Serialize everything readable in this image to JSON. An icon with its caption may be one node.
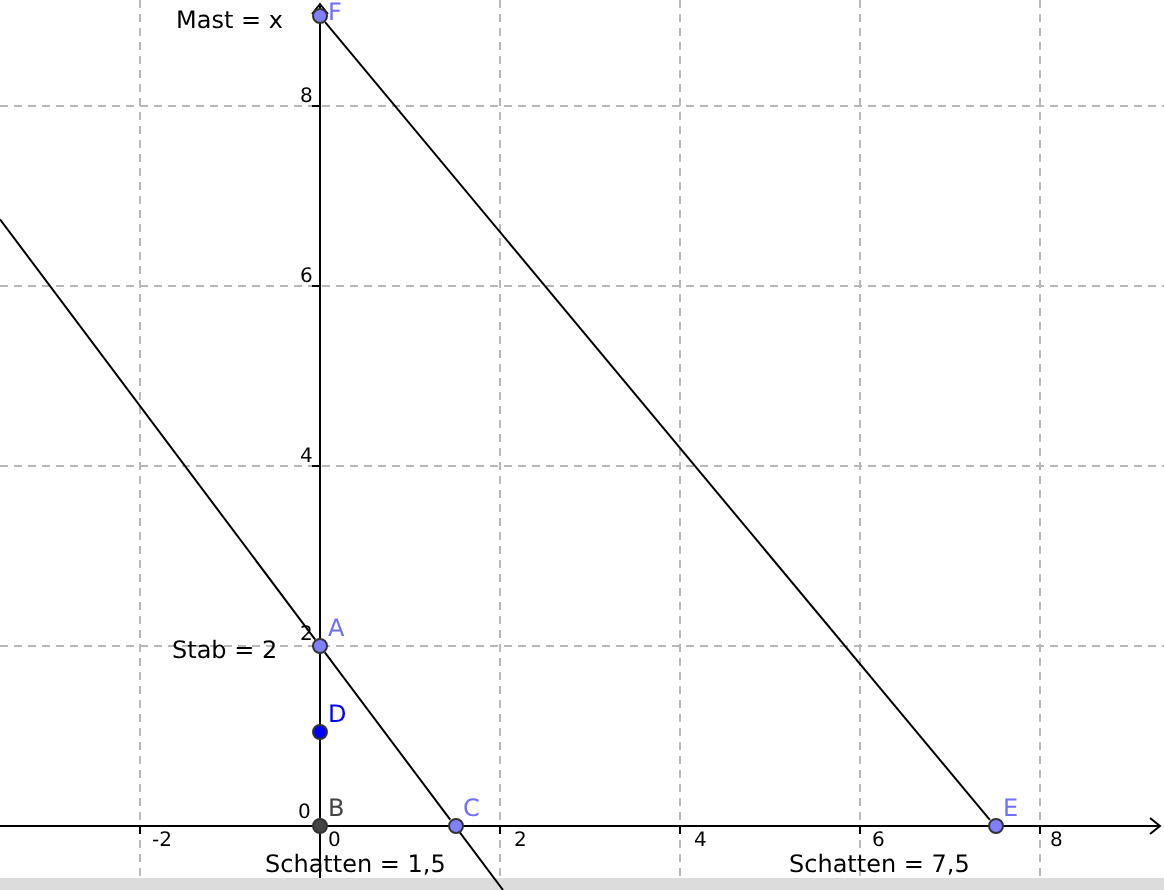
{
  "diagram": {
    "nodes": [
      {
        "text": [],
        "shape": "circle",
        "beside": [
          "F",
          "Mast = x"
        ]
      },
      {
        "text": [],
        "shape": "circle",
        "beside": [
          "A",
          "Stab = 2"
        ]
      },
      {
        "text": [],
        "shape": "circle",
        "beside": [
          "D"
        ]
      },
      {
        "text": [],
        "shape": "circle",
        "beside": [
          "B"
        ]
      },
      {
        "text": [],
        "shape": "circle",
        "beside": [
          "C",
          "Schatten = 1,5"
        ]
      },
      {
        "text": [],
        "shape": "circle",
        "beside": [
          "E",
          "Schatten = 7,5"
        ]
      }
    ],
    "edges": [
      {
        "from": 0,
        "to": 5,
        "arrow": "none"
      },
      {
        "from": 1,
        "to": 4,
        "arrow": "none"
      },
      {
        "from": 1,
        "to": 0,
        "arrow": "none"
      },
      {
        "from": 2,
        "to": 1,
        "arrow": "none"
      },
      {
        "from": 3,
        "to": 2,
        "arrow": "none"
      }
    ],
    "labels": [
      "8",
      "6",
      "4",
      "2",
      "0",
      "-2",
      "0",
      "2",
      "4",
      "6",
      "8"
    ]
  }
}
